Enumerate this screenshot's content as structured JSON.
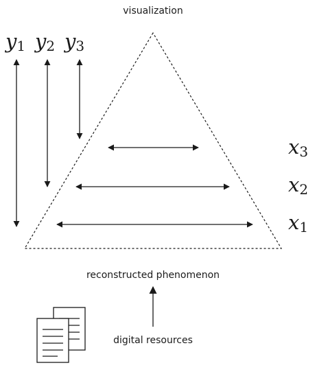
{
  "labels": {
    "top": "visualization",
    "bottom": "reconstructed phenomenon",
    "source": "digital resources"
  },
  "y_axes": [
    {
      "base": "y",
      "index": "1"
    },
    {
      "base": "y",
      "index": "2"
    },
    {
      "base": "y",
      "index": "3"
    }
  ],
  "x_levels": [
    {
      "base": "x",
      "index": "3"
    },
    {
      "base": "x",
      "index": "2"
    },
    {
      "base": "x",
      "index": "1"
    }
  ],
  "icons": {
    "documents": "documents-icon"
  },
  "colors": {
    "ink": "#1a1a1a",
    "background": "#ffffff"
  }
}
